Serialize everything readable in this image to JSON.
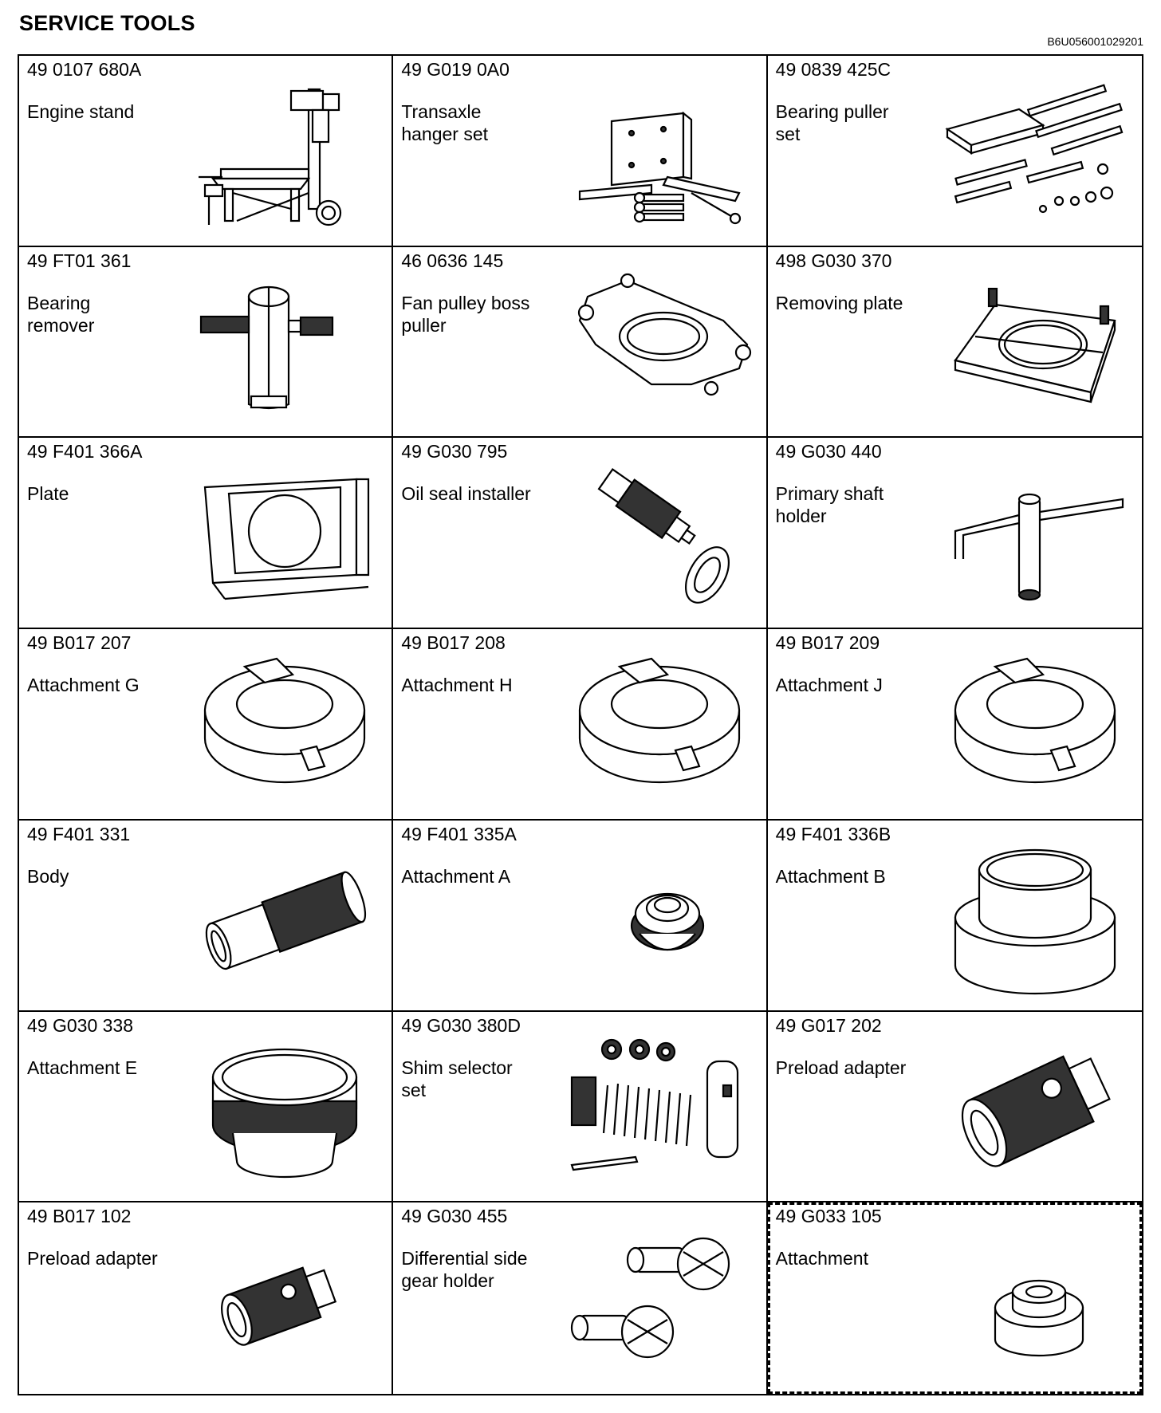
{
  "header": {
    "title": "SERVICE TOOLS",
    "doc_id": "B6U056001029201"
  },
  "tools": [
    {
      "part_number": "49 0107 680A",
      "name": "Engine stand",
      "icon": "engine-stand-icon"
    },
    {
      "part_number": "49 G019 0A0",
      "name": "Transaxle\nhanger set",
      "icon": "hanger-set-icon"
    },
    {
      "part_number": "49 0839 425C",
      "name": "Bearing puller\nset",
      "icon": "puller-set-icon"
    },
    {
      "part_number": "49 FT01 361",
      "name": "Bearing\nremover",
      "icon": "bearing-remover-icon"
    },
    {
      "part_number": "46 0636 145",
      "name": "Fan pulley boss\npuller",
      "icon": "boss-puller-icon"
    },
    {
      "part_number": "498 G030 370",
      "name": "Removing plate",
      "icon": "removing-plate-icon"
    },
    {
      "part_number": "49 F401 366A",
      "name": "Plate",
      "icon": "plate-icon"
    },
    {
      "part_number": "49 G030 795",
      "name": "Oil seal installer",
      "icon": "seal-installer-icon"
    },
    {
      "part_number": "49 G030 440",
      "name": "Primary shaft\nholder",
      "icon": "shaft-holder-icon"
    },
    {
      "part_number": "49 B017 207",
      "name": "Attachment G",
      "icon": "split-ring-icon"
    },
    {
      "part_number": "49 B017 208",
      "name": "Attachment H",
      "icon": "split-ring-icon"
    },
    {
      "part_number": "49 B017 209",
      "name": "Attachment J",
      "icon": "split-ring-icon"
    },
    {
      "part_number": "49 F401 331",
      "name": "Body",
      "icon": "body-tube-icon"
    },
    {
      "part_number": "49 F401 335A",
      "name": "Attachment A",
      "icon": "small-attachment-icon"
    },
    {
      "part_number": "49 F401 336B",
      "name": "Attachment B",
      "icon": "large-attachment-icon"
    },
    {
      "part_number": "49 G030 338",
      "name": "Attachment E",
      "icon": "knurled-ring-icon"
    },
    {
      "part_number": "49 G030 380D",
      "name": "Shim selector\nset",
      "icon": "shim-selector-icon"
    },
    {
      "part_number": "49 G017 202",
      "name": "Preload adapter",
      "icon": "preload-adapter-icon"
    },
    {
      "part_number": "49 B017 102",
      "name": "Preload adapter",
      "icon": "preload-adapter-small-icon"
    },
    {
      "part_number": "49 G030 455",
      "name": "Differential side\ngear holder",
      "icon": "gear-holder-icon"
    },
    {
      "part_number": "49 G033 105",
      "name": "Attachment",
      "icon": "cap-attachment-icon",
      "dashed": true
    }
  ]
}
